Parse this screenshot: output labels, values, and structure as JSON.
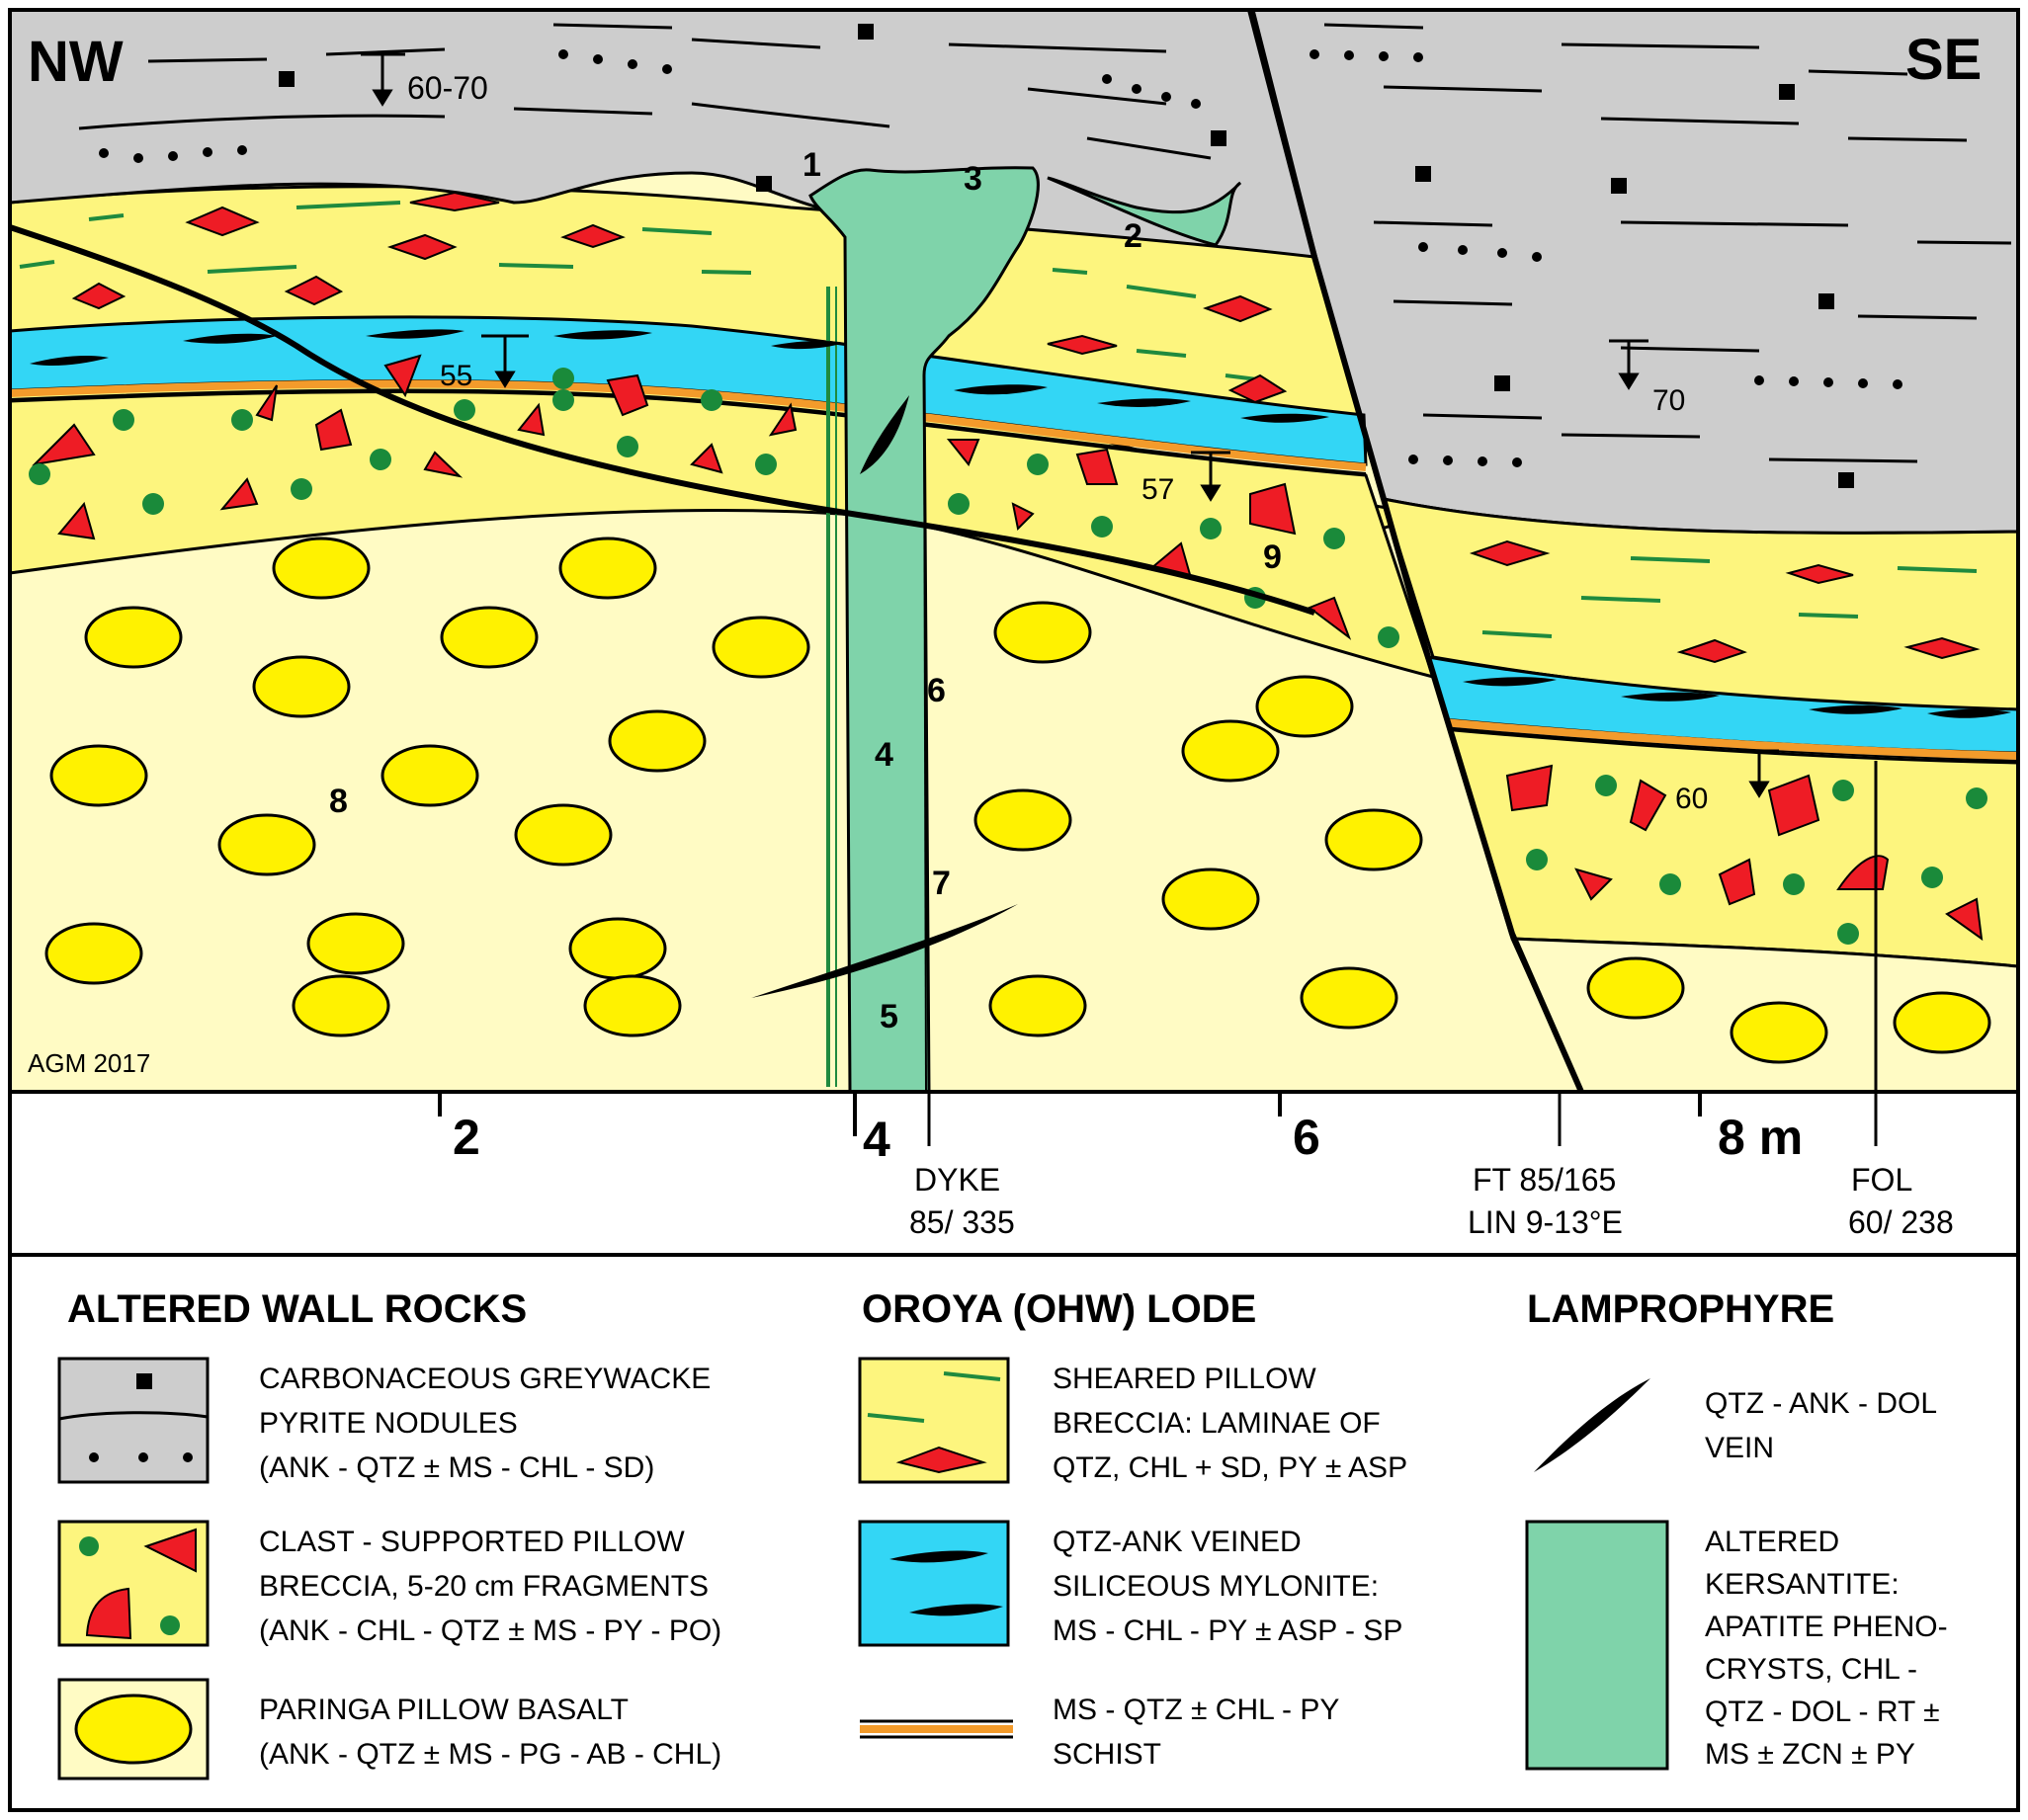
{
  "orientation": {
    "left": "NW",
    "right": "SE"
  },
  "credit": "AGM 2017",
  "unit_numbers": [
    "1",
    "2",
    "3",
    "4",
    "5",
    "6",
    "7",
    "8",
    "9"
  ],
  "dip_readings": [
    "60-70",
    "55",
    "57",
    "70",
    "60"
  ],
  "scale": {
    "ticks": [
      "2",
      "4",
      "6",
      "8 m"
    ],
    "annotations": [
      {
        "line1": "DYKE",
        "line2": "85/ 335"
      },
      {
        "line1": "FT 85/165",
        "line2": "LIN 9-13°E"
      },
      {
        "line1": "FOL",
        "line2": "60/ 238"
      }
    ]
  },
  "colors": {
    "greywacke": "#cdcdcd",
    "sheared_breccia": "#fdf57e",
    "basalt": "#fffbc4",
    "pillow": "#fff200",
    "mylonite": "#33d6f5",
    "schist": "#f39b2b",
    "kersantite": "#7fd3aa",
    "clast": "#ee1c25",
    "green_dot": "#1a8a3a",
    "laminae": "#1f8a3e"
  },
  "legend": {
    "groups": [
      {
        "title": "ALTERED  WALL  ROCKS"
      },
      {
        "title": "OROYA  (OHW)  LODE"
      },
      {
        "title": "LAMPROPHYRE"
      }
    ],
    "items": [
      {
        "lines": [
          "CARBONACEOUS  GREYWACKE",
          "PYRITE  NODULES",
          "(ANK - QTZ ± MS - CHL - SD)"
        ]
      },
      {
        "lines": [
          "CLAST - SUPPORTED  PILLOW",
          "BRECCIA, 5-20 cm  FRAGMENTS",
          "(ANK - CHL - QTZ ± MS - PY - PO)"
        ]
      },
      {
        "lines": [
          "PARINGA  PILLOW  BASALT",
          "(ANK - QTZ ± MS - PG - AB - CHL)"
        ]
      },
      {
        "lines": [
          "SHEARED  PILLOW",
          "BRECCIA: LAMINAE OF",
          "QTZ, CHL + SD, PY ± ASP"
        ]
      },
      {
        "lines": [
          "QTZ-ANK  VEINED",
          "SILICEOUS  MYLONITE:",
          "MS - CHL - PY ± ASP - SP"
        ]
      },
      {
        "lines": [
          "MS - QTZ ± CHL - PY",
          "SCHIST"
        ]
      },
      {
        "lines": [
          "QTZ - ANK - DOL",
          "VEIN"
        ]
      },
      {
        "lines": [
          "ALTERED",
          "KERSANTITE:",
          "APATITE  PHENO-",
          "CRYSTS,  CHL -",
          "QTZ - DOL - RT ±",
          "MS ± ZCN ± PY"
        ]
      }
    ]
  }
}
